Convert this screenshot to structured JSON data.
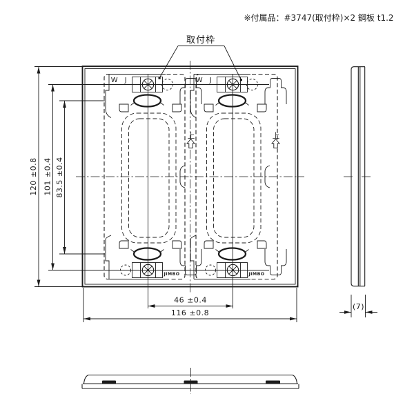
{
  "note": "※付属品：#3747(取付枠)×2 鋼板 t1.2",
  "callout": {
    "label": "取付枠"
  },
  "front_view": {
    "dimensions": {
      "overall_height": "120 ±0.8",
      "screw_pitch_vertical": "101 ±0.4",
      "slot_pitch_vertical": "83.5 ±0.4",
      "screw_pitch_horizontal": "46 ±0.4",
      "overall_width": "116 ±0.8"
    },
    "frame_labels": {
      "wj": "W J",
      "brand": "JIMBO",
      "up": "上"
    }
  },
  "side_view": {
    "dimensions": {
      "thickness": "(7)"
    }
  },
  "colors": {
    "line": "#1c1c1c",
    "background": "#ffffff"
  }
}
